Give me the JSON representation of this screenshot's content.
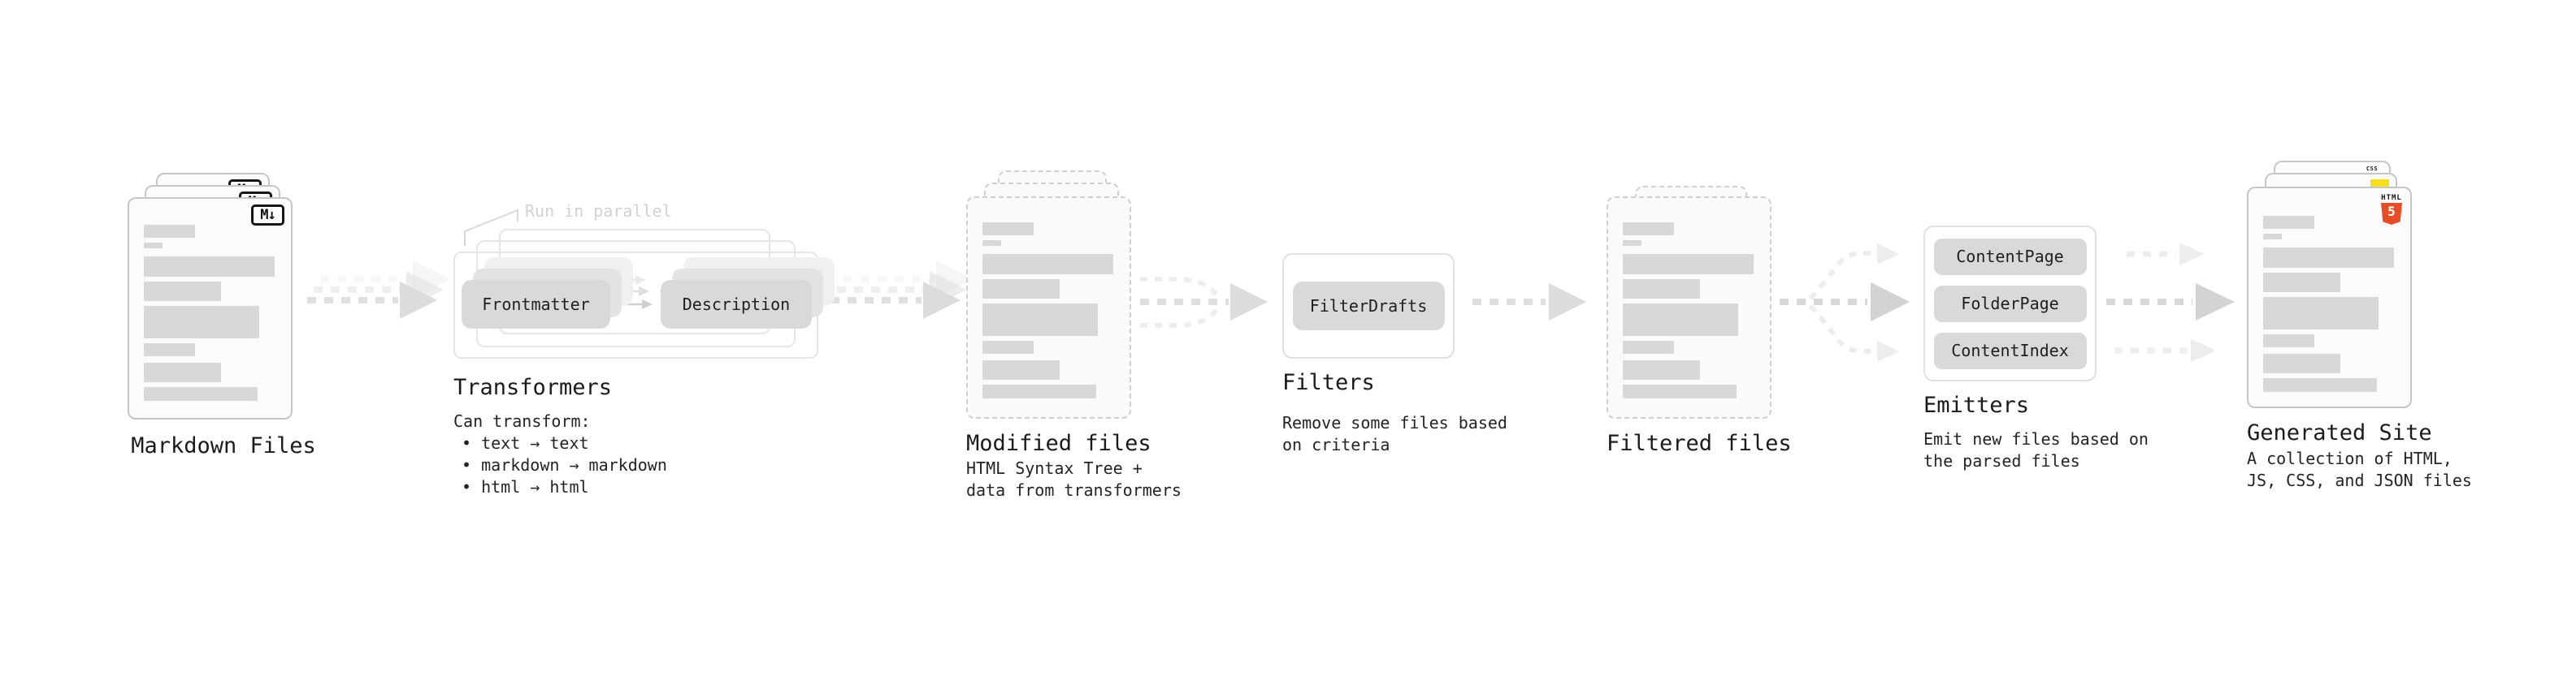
{
  "diagram": {
    "markdown_files": {
      "label": "Markdown Files",
      "badge": "M↓"
    },
    "transformers": {
      "annotation": "Run in parallel",
      "source_pill": "Frontmatter",
      "target_pill": "Description",
      "heading": "Transformers",
      "intro": "Can transform:",
      "bullets": [
        "• text → text",
        "• markdown → markdown",
        "• html → html"
      ]
    },
    "modified_files": {
      "label": "Modified files",
      "desc1": "HTML Syntax Tree +",
      "desc2": "data from transformers"
    },
    "filters": {
      "pill": "FilterDrafts",
      "heading": "Filters",
      "desc1": "Remove some files based",
      "desc2": "on criteria"
    },
    "filtered_files": {
      "label": "Filtered files"
    },
    "emitters": {
      "pills": [
        "ContentPage",
        "FolderPage",
        "ContentIndex"
      ],
      "heading": "Emitters",
      "desc1": "Emit new files based on",
      "desc2": "the parsed files"
    },
    "generated_site": {
      "label": "Generated Site",
      "desc1": "A collection of HTML,",
      "desc2": "JS, CSS, and JSON files",
      "html5_label": "HTML",
      "html5_number": "5",
      "css_label": "CSS"
    },
    "brand_colors": {
      "html5_orange": "#e44d26",
      "js_yellow": "#f7df1e",
      "css_blue": "#2965f1"
    }
  }
}
